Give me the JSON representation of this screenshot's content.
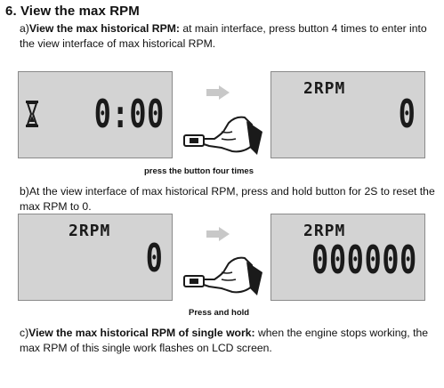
{
  "heading": "6. View the max RPM",
  "section_a": {
    "prefix": "a)",
    "bold": "View the max historical RPM:",
    "text": " at main interface, press button 4 times to enter into the view interface of max historical RPM."
  },
  "caption_a": "press the button four times",
  "section_b": {
    "text": "b)At the view interface of max historical RPM, press and hold button for 2S to reset the max RPM to 0."
  },
  "caption_b": "Press and hold",
  "section_c": {
    "prefix": "c)",
    "bold": "View the max historical RPM of single work:",
    "text": " when the engine stops working, the max RPM of this single work flashes on LCD screen."
  },
  "lcd1": {
    "display": "0:00"
  },
  "lcd2": {
    "label": "2RPM",
    "display": "0"
  },
  "lcd3": {
    "label": "2RPM",
    "display": "0"
  },
  "lcd4": {
    "label": "2RPM",
    "display": "000000"
  },
  "icons": [
    "hourglass-icon",
    "right-arrow-icon",
    "hand-pressing-button-icon"
  ]
}
